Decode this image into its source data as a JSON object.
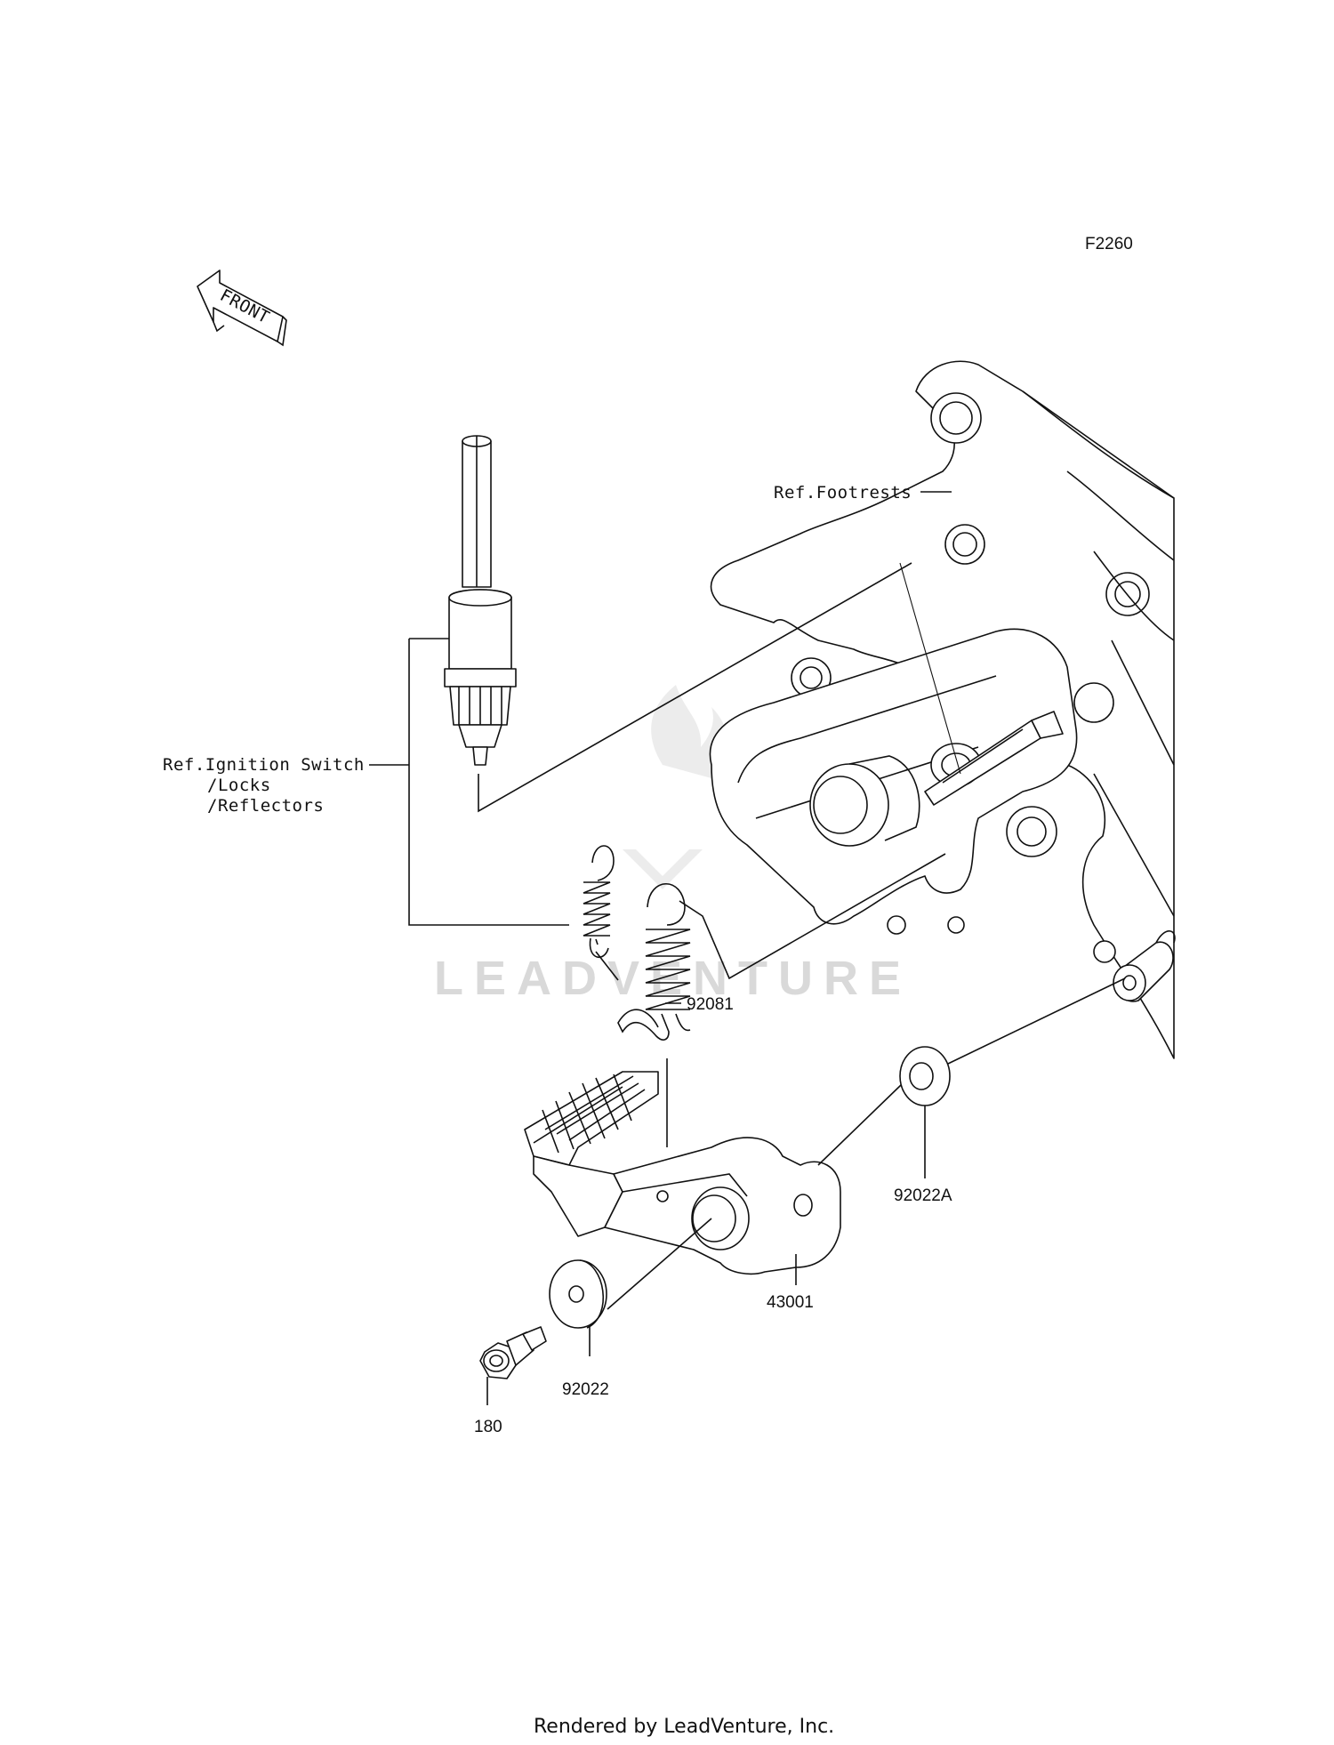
{
  "figure_code": "F2260",
  "front_arrow_text": "FRONT",
  "watermark_text": "LEADVENTURE",
  "reference_labels": {
    "footrests": "Ref.Footrests",
    "ignition_line1": "Ref.Ignition Switch",
    "ignition_line2": "/Locks",
    "ignition_line3": "/Reflectors"
  },
  "part_callouts": {
    "spring": "92081",
    "washer_a": "92022A",
    "pedal": "43001",
    "washer": "92022",
    "bolt": "180"
  },
  "footer_text": "Rendered by LeadVenture, Inc."
}
